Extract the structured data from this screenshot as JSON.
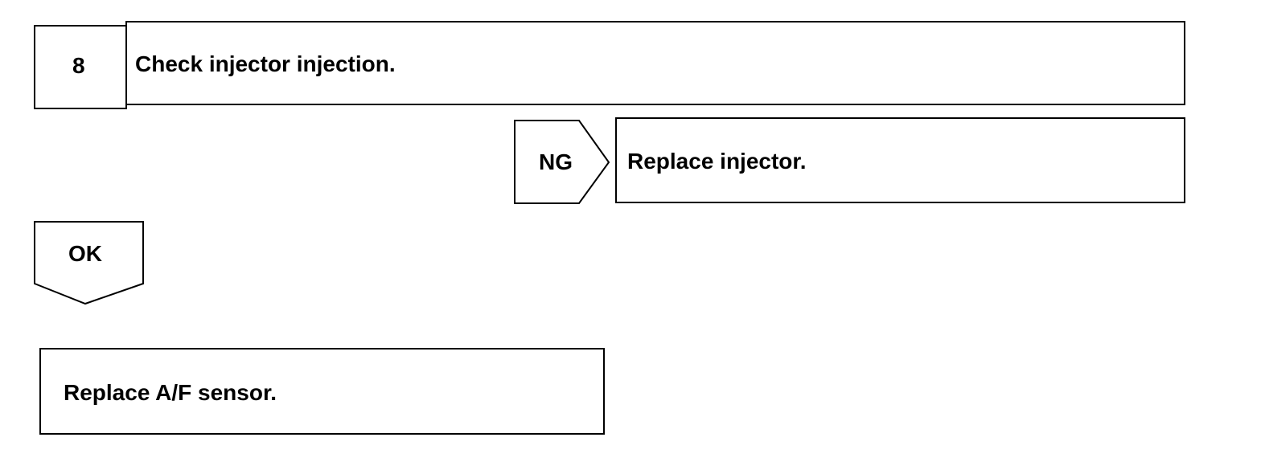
{
  "step": {
    "number": "8",
    "title": "Check injector injection."
  },
  "ng_branch": {
    "label": "NG",
    "action": "Replace injector."
  },
  "ok_branch": {
    "label": "OK",
    "action": "Replace A/F sensor."
  }
}
